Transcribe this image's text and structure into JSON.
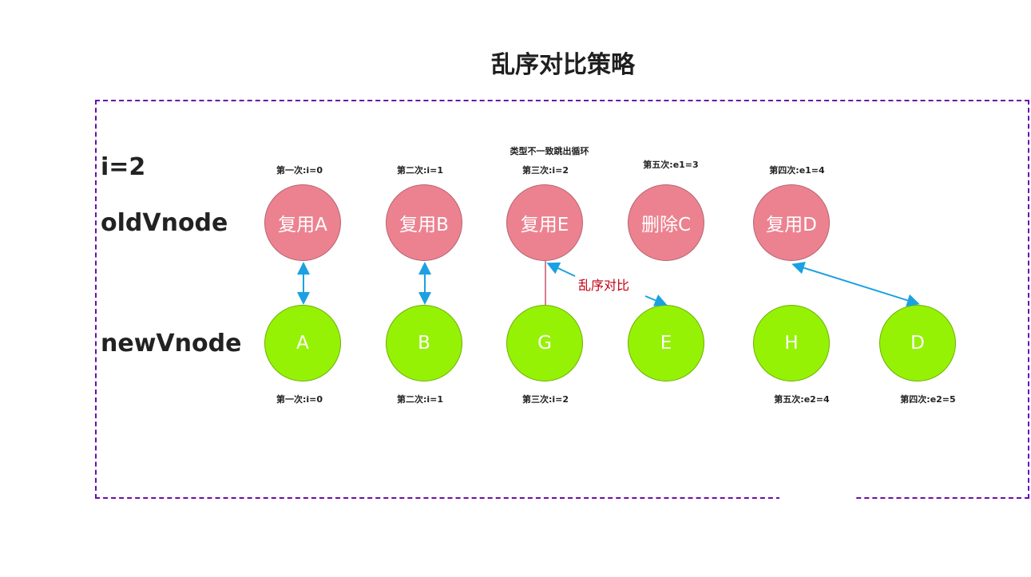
{
  "title": "乱序对比策略",
  "rows": {
    "counter": "i=2",
    "old": "oldVnode",
    "new": "newVnode"
  },
  "note": "类型不一致跳出循环",
  "annotation": "乱序对比",
  "old_nodes": [
    {
      "label": "复用A",
      "caption": "第一次:i=0"
    },
    {
      "label": "复用B",
      "caption": "第二次:i=1"
    },
    {
      "label": "复用E",
      "caption": "第三次:i=2"
    },
    {
      "label": "删除C",
      "caption": "第五次:e1=3"
    },
    {
      "label": "复用D",
      "caption": "第四次:e1=4"
    }
  ],
  "new_nodes": [
    {
      "label": "A",
      "caption": "第一次:i=0"
    },
    {
      "label": "B",
      "caption": "第二次:i=1"
    },
    {
      "label": "G",
      "caption": "第三次:i=2"
    },
    {
      "label": "E",
      "caption": ""
    },
    {
      "label": "H",
      "caption": "第五次:e2=4"
    },
    {
      "label": "D",
      "caption": "第四次:e2=5"
    }
  ],
  "colors": {
    "old_node": "#ec8290",
    "new_node": "#95f205",
    "arrow": "#1ba1e2",
    "frame": "#6a0dad",
    "annotation": "#c00010",
    "break_line": "#a50021"
  }
}
